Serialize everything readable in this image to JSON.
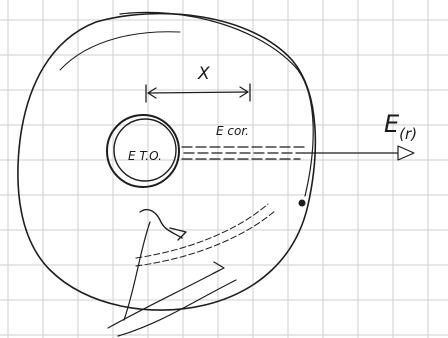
{
  "diagram": {
    "labels": {
      "x_distance": "X",
      "inner_source": "E T.O.",
      "field_out": "E",
      "field_out_sub": "(r)",
      "corridor": "E cor."
    },
    "colors": {
      "ink": "#1e1e1e",
      "grid": "#cfcfcf",
      "paper": "#ffffff"
    }
  }
}
